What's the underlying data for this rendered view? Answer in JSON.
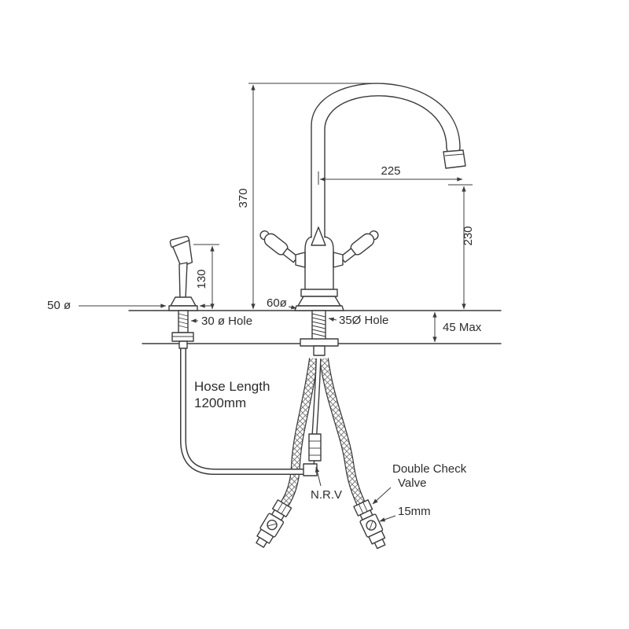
{
  "colors": {
    "line": "#3c3c3c",
    "text": "#2d2d2d",
    "background": "#ffffff"
  },
  "labels": {
    "spout_height": "370",
    "spout_reach": "225",
    "outlet_height": "230",
    "spray_height": "130",
    "spray_diameter": "50 ø",
    "spray_hole": "30 ø Hole",
    "tap_base_diameter": "60ø",
    "tap_hole": "35Ø Hole",
    "deck_thickness": "45 Max",
    "hose_length_line1": "Hose Length",
    "hose_length_line2": "1200mm",
    "non_return_valve": "N.R.V",
    "double_check_valve_line1": "Double Check",
    "double_check_valve_line2": "Valve",
    "connection_size": "15mm"
  }
}
